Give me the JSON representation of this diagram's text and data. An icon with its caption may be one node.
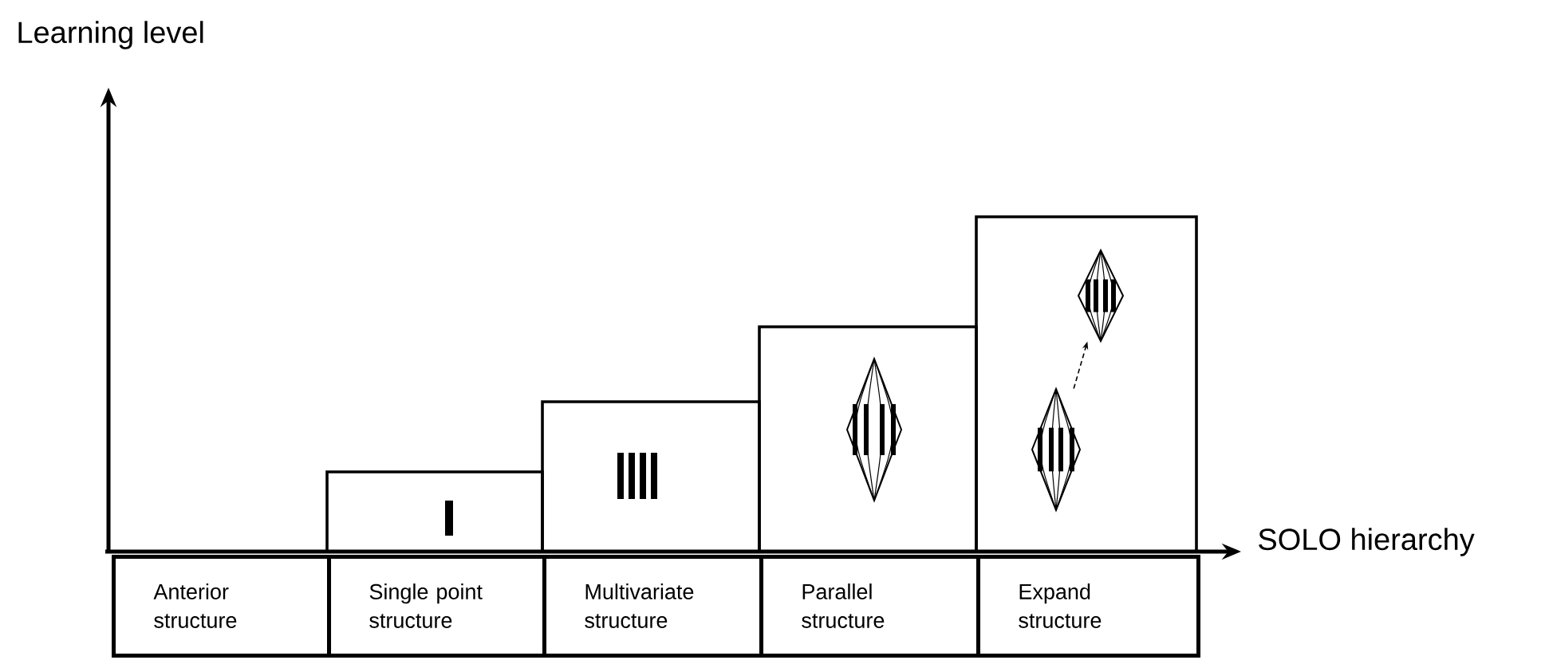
{
  "diagram": {
    "nodes": [
      {
        "text": [
          "Anterior structure"
        ]
      },
      {
        "text": [
          "Single point structure"
        ]
      },
      {
        "text": [
          "Multivariate structure"
        ]
      },
      {
        "text": [
          "Parallel structure"
        ]
      },
      {
        "text": [
          "Expand structure"
        ]
      },
      {
        "text": [],
        "shape": "diamond"
      },
      {
        "text": [],
        "shape": "diamond"
      }
    ],
    "edges": [
      {
        "from": 6,
        "to": 5,
        "arrow": "to",
        "style": "dashed"
      }
    ],
    "labels": [
      "Learning level",
      "SOLO hierarchy"
    ]
  }
}
